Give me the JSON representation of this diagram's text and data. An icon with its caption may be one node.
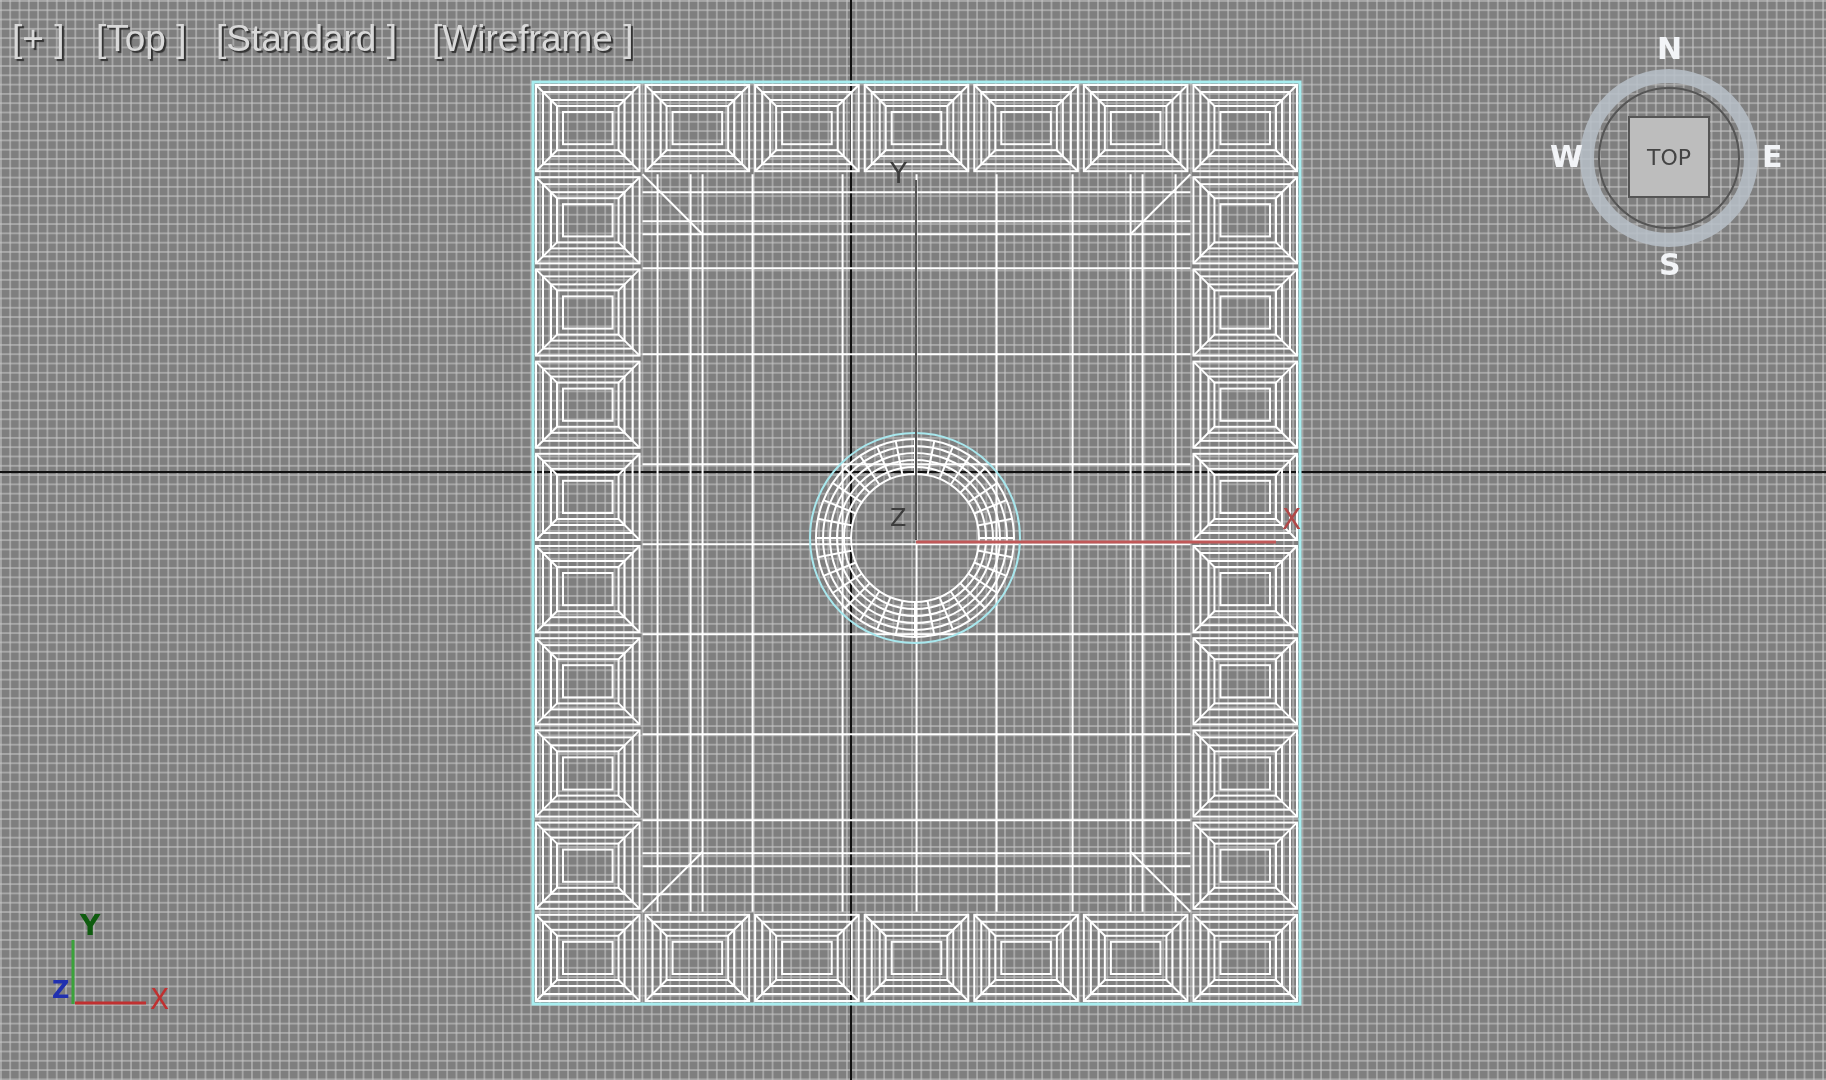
{
  "diagram": {
    "nodes": [
      {
        "text": [
          "TOP"
        ]
      }
    ],
    "labels": [
      "[+ ]",
      "[Top ]",
      "[Standard ]",
      "[Wireframe ]",
      "Y",
      "N",
      "W",
      "E",
      "S",
      "Z",
      "X",
      "Y",
      "Z",
      "X"
    ]
  }
}
